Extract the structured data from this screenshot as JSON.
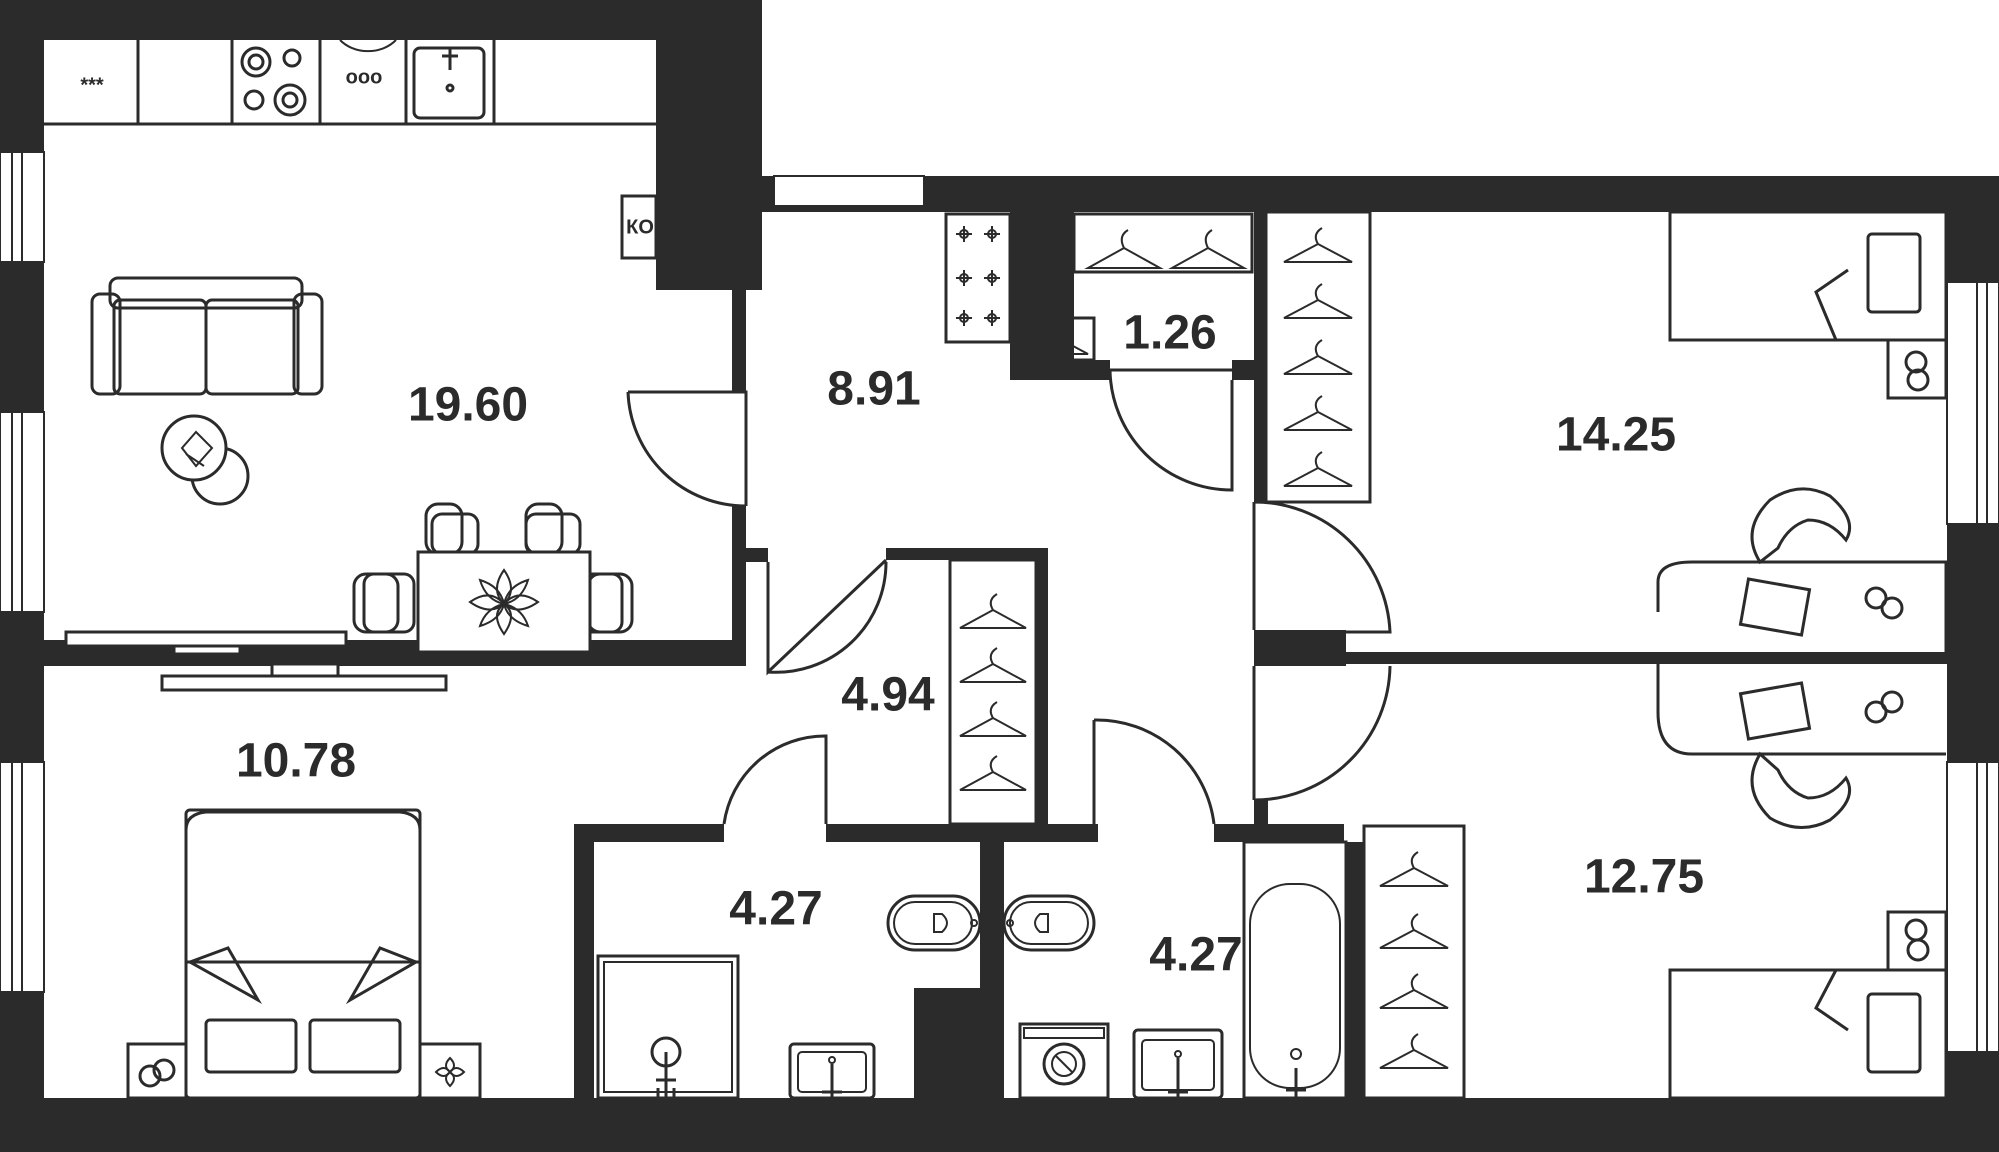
{
  "rooms": {
    "living_kitchen": {
      "area": "19.60"
    },
    "hall": {
      "area": "8.91"
    },
    "closet": {
      "area": "1.26"
    },
    "corridor": {
      "area": "4.94"
    },
    "bedroom_main": {
      "area": "10.78"
    },
    "bathroom_left": {
      "area": "4.27"
    },
    "bathroom_right": {
      "area": "4.27"
    },
    "bedroom_top_right": {
      "area": "14.25"
    },
    "bedroom_bottom_right": {
      "area": "12.75"
    }
  },
  "labels": {
    "boiler_mark": "КО",
    "fridge_mark": "***",
    "dishwasher_mark": "ооо"
  },
  "colors": {
    "wall": "#2b2b2b",
    "background": "#ffffff"
  }
}
